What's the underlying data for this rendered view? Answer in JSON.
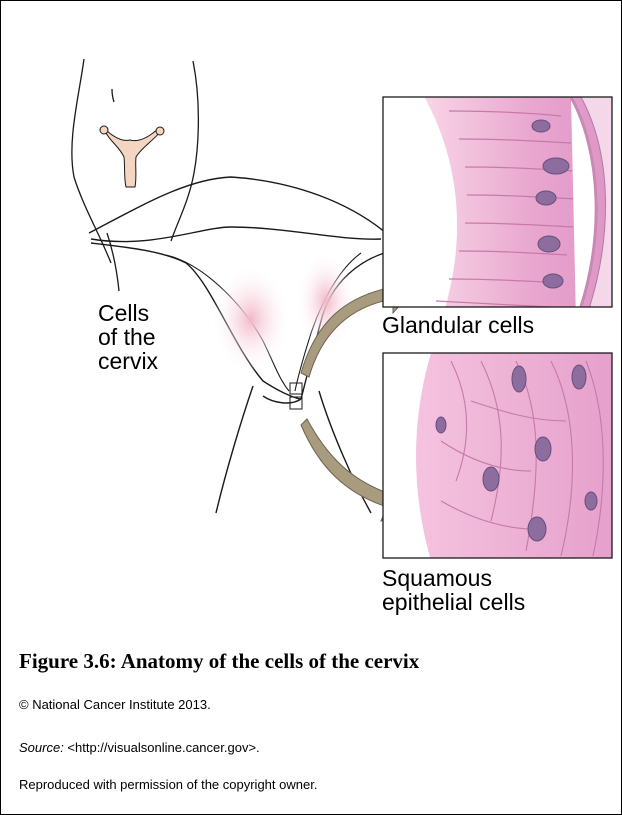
{
  "figure": {
    "labels": {
      "cervix_cells": [
        "Cells",
        "of the",
        "cervix"
      ],
      "glandular": "Glandular cells",
      "squamous": [
        "Squamous",
        "epithelial cells"
      ]
    },
    "caption": "Figure 3.6: Anatomy of the cells of the cervix",
    "copyright": "© National Cancer Institute 2013.",
    "source_prefix": "Source:",
    "source_url": " <http://visualsonline.cancer.gov>.",
    "permission": "Reproduced with permission of the copyright owner."
  },
  "colors": {
    "cell_pink": "#eab0d2",
    "nucleus": "#8d6d9e",
    "arrow": "#a89b7e",
    "tissue_pink": "#f6c9d4"
  }
}
